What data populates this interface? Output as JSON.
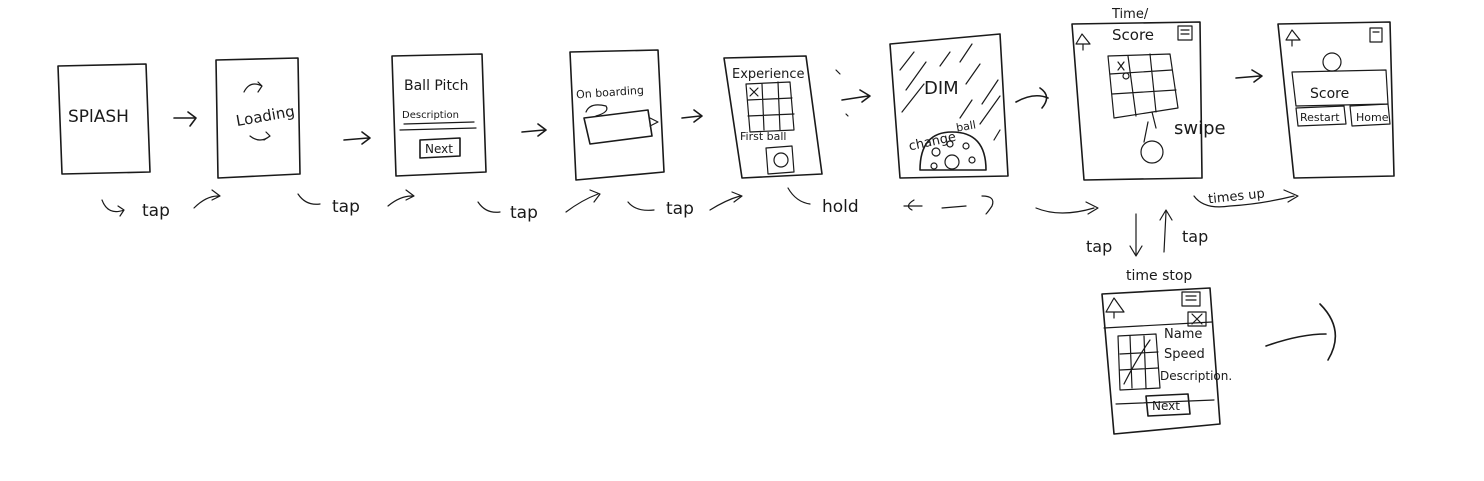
{
  "screens": {
    "splash": {
      "label": "SPlASH"
    },
    "loading": {
      "label": "Loading"
    },
    "ball_pitch": {
      "title": "Ball Pitch",
      "description": "Description",
      "button": "Next"
    },
    "onboarding": {
      "title": "On boarding"
    },
    "experience": {
      "title": "Experience",
      "caption": "First ball"
    },
    "dim": {
      "title": "DIM",
      "caption_left": "change",
      "caption_right": "ball"
    },
    "game": {
      "header_top": "Time/",
      "header": "Score",
      "annotation": "swipe"
    },
    "result": {
      "title": "Score",
      "button_restart": "Restart",
      "button_home": "Home"
    },
    "time_stop": {
      "header": "time stop",
      "line1": "Name",
      "line2": "Speed",
      "line3": "Description.",
      "button": "Next"
    }
  },
  "transitions": {
    "t1": "tap",
    "t2": "tap",
    "t3": "tap",
    "t4": "tap",
    "t5": "hold",
    "t6": "tap",
    "t7": "tap",
    "t8": "times up"
  }
}
